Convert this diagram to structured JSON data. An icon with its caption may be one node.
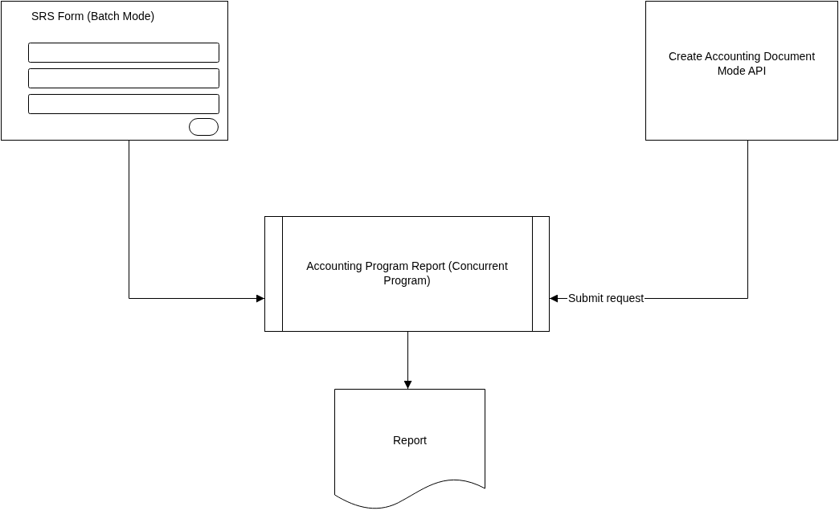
{
  "diagram": {
    "nodes": [
      {
        "text": [
          "SRS Form (Batch Mode)"
        ]
      },
      {
        "text": [
          "Create Accounting Document Mode API"
        ]
      },
      {
        "text": [
          "Accounting Program Report (Concurrent Program)"
        ]
      },
      {
        "text": [
          "Report"
        ]
      }
    ],
    "edges": [
      {
        "from": 0,
        "to": 2,
        "arrow": "to"
      },
      {
        "from": 1,
        "to": 2,
        "arrow": "to",
        "label": "Submit request"
      },
      {
        "from": 2,
        "to": 3,
        "arrow": "to"
      }
    ]
  }
}
